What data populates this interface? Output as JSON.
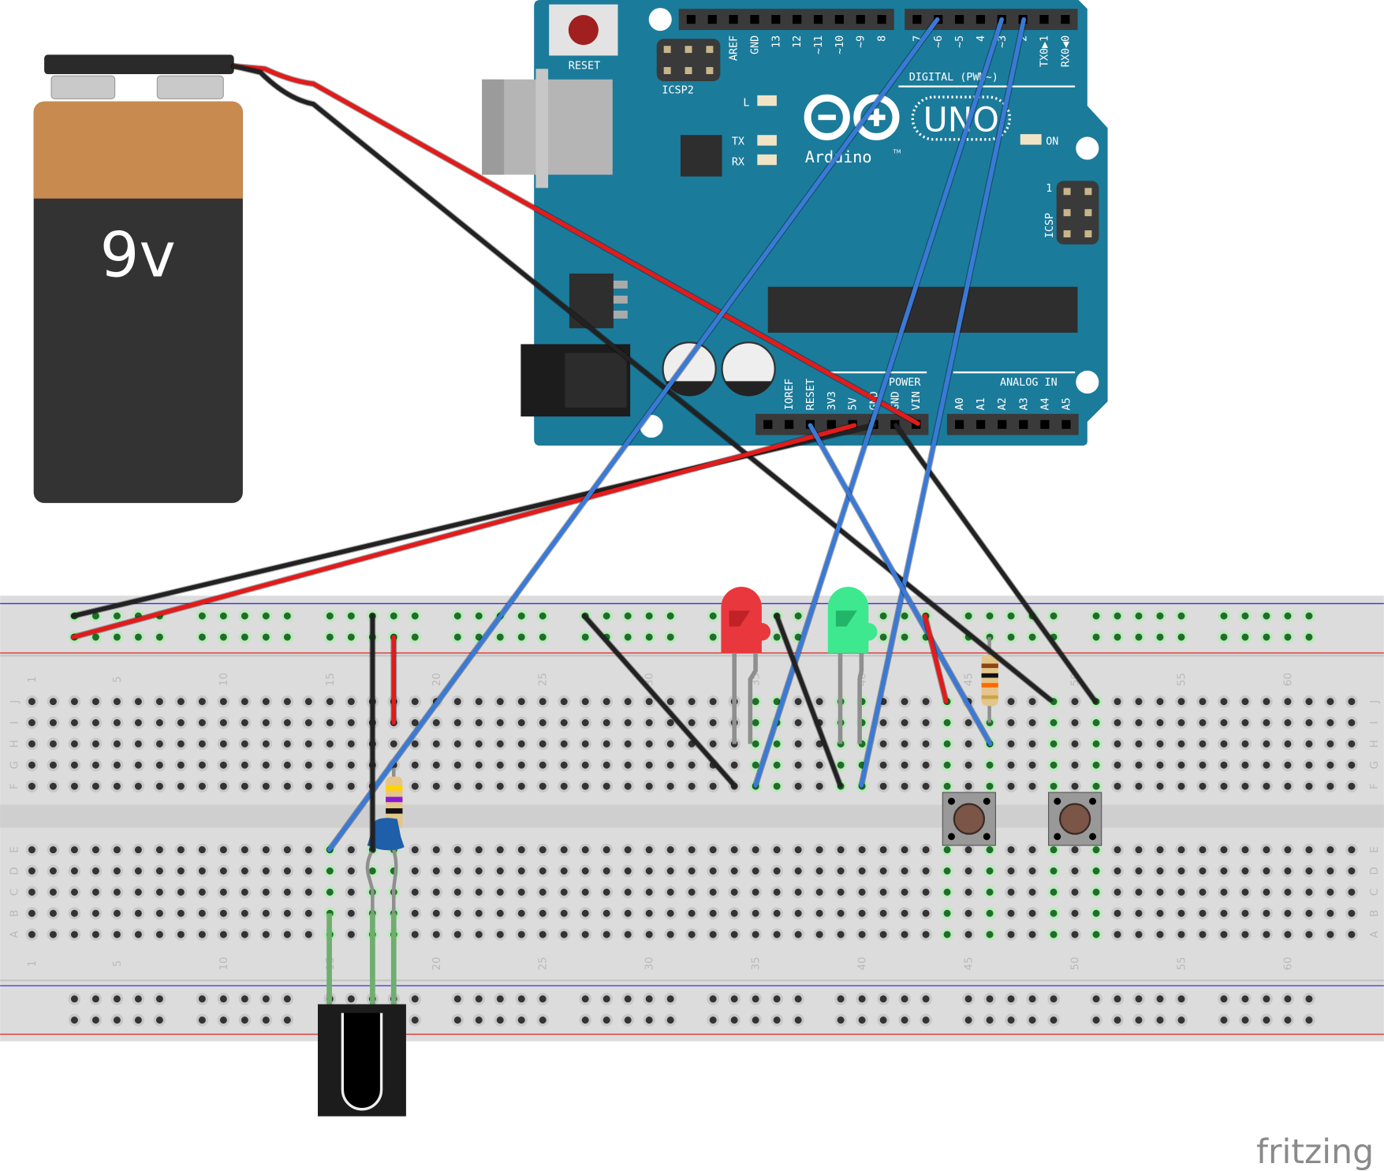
{
  "battery": {
    "label": "9v"
  },
  "arduino": {
    "reset_label": "RESET",
    "icsp2_label": "ICSP2",
    "icsp_label": "ICSP",
    "icsp_pin1": "1",
    "logo_text": "Arduino",
    "tm": "TM",
    "model": "UNO",
    "led_l": "L",
    "led_tx": "TX",
    "led_rx": "RX",
    "led_on": "ON",
    "digital_title": "DIGITAL (PWM~)",
    "power_title": "POWER",
    "analog_title": "ANALOG IN",
    "digital_pins_a": [
      "",
      "",
      "AREF",
      "GND",
      "13",
      "12",
      "~11",
      "~10",
      "~9",
      "8"
    ],
    "digital_pins_b": [
      "7",
      "~6",
      "~5",
      "4",
      "~3",
      "2",
      "TX0▶1",
      "RX0◀0"
    ],
    "power_pins": [
      "",
      "IOREF",
      "RESET",
      "3V3",
      "5V",
      "GND",
      "GND",
      "VIN"
    ],
    "analog_pins": [
      "A0",
      "A1",
      "A2",
      "A3",
      "A4",
      "A5"
    ]
  },
  "breadboard": {
    "rows_top": [
      "J",
      "I",
      "H",
      "G",
      "F"
    ],
    "rows_bottom": [
      "E",
      "D",
      "C",
      "B",
      "A"
    ],
    "column_labels": [
      "1",
      "5",
      "10",
      "15",
      "20",
      "25",
      "30",
      "35",
      "40",
      "45",
      "50",
      "55",
      "60"
    ]
  },
  "colors": {
    "arduino_board": "#1b7b9b",
    "wire_red": "#e21b1b",
    "wire_black": "#222222",
    "wire_blue": "#3a7ad6",
    "led_red": "#e8383d",
    "led_green": "#3ee88f",
    "breadboard": "#dcdcdc",
    "battery_top": "#c98a4f",
    "battery_body": "#333333"
  },
  "branding": {
    "logo": "fritzing"
  }
}
